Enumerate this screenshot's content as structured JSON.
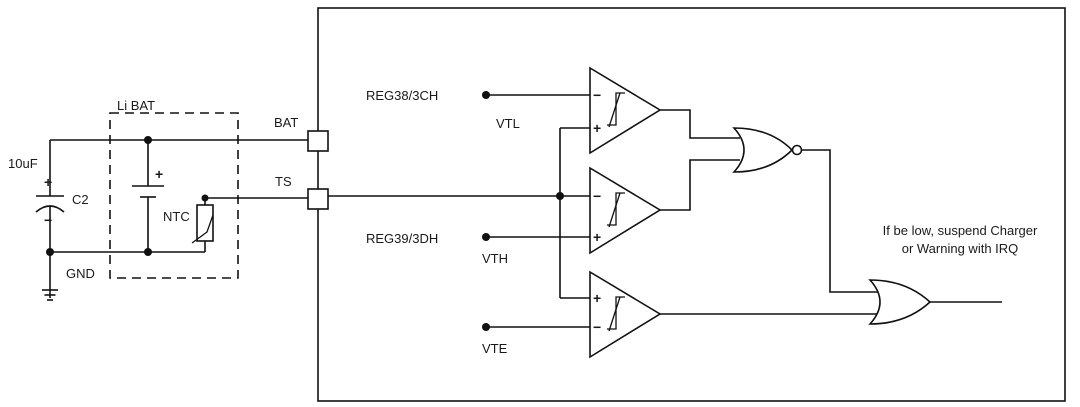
{
  "labels": {
    "li_bat": "Li BAT",
    "cap_value": "10uF",
    "cap_name": "C2",
    "gnd": "GND",
    "ntc": "NTC",
    "bat_pin": "BAT",
    "ts_pin": "TS",
    "reg38": "REG38/3CH",
    "reg39": "REG39/3DH",
    "vtl": "VTL",
    "vth": "VTH",
    "vte": "VTE",
    "note_line1": "If be low, suspend Charger",
    "note_line2": "or Warning with IRQ"
  },
  "symbols": {
    "plus": "+",
    "minus": "−"
  }
}
